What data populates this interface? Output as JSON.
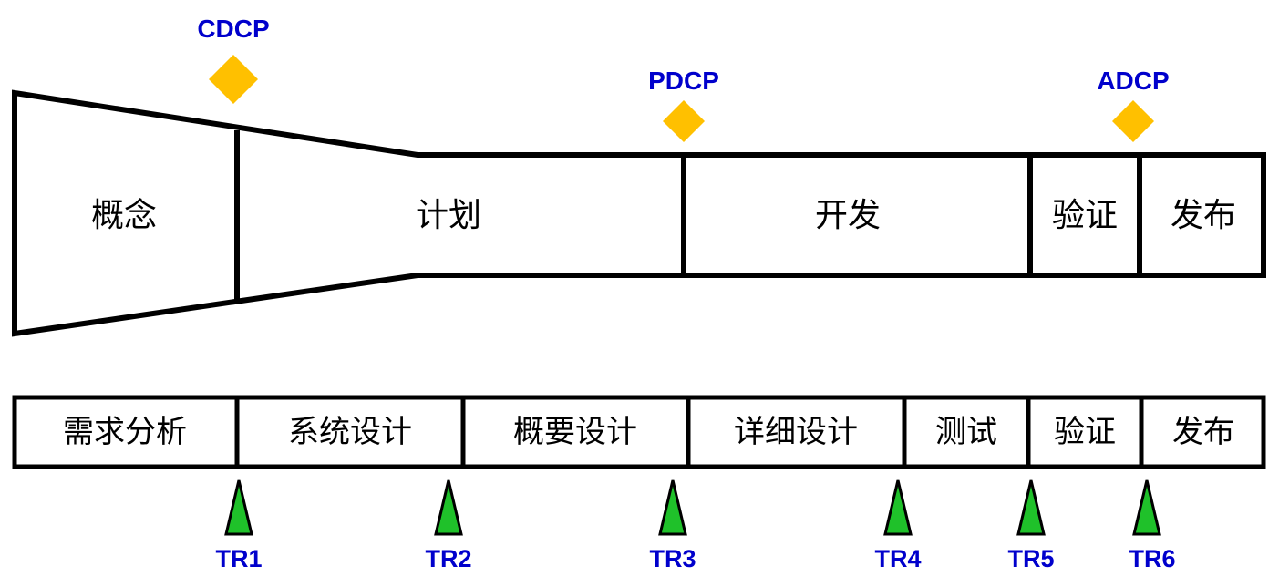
{
  "diagram": {
    "kind": "product-development-process-funnel"
  },
  "colors": {
    "background": "#ffffff",
    "outline": "#000000",
    "text": "#000000",
    "milestone_diamond": "#ffc000",
    "milestone_label": "#0000cc",
    "tr_triangle": "#1fc12a",
    "tr_label": "#0000cc"
  },
  "funnel": {
    "phases": [
      {
        "label": "概念"
      },
      {
        "label": "计划"
      },
      {
        "label": "开发"
      },
      {
        "label": "验证"
      },
      {
        "label": "发布"
      }
    ]
  },
  "milestones": [
    {
      "label": "CDCP"
    },
    {
      "label": "PDCP"
    },
    {
      "label": "ADCP"
    }
  ],
  "bottom_row": {
    "cells": [
      {
        "label": "需求分析"
      },
      {
        "label": "系统设计"
      },
      {
        "label": "概要设计"
      },
      {
        "label": "详细设计"
      },
      {
        "label": "测试"
      },
      {
        "label": "验证"
      },
      {
        "label": "发布"
      }
    ]
  },
  "tr_markers": [
    {
      "label": "TR1"
    },
    {
      "label": "TR2"
    },
    {
      "label": "TR3"
    },
    {
      "label": "TR4"
    },
    {
      "label": "TR5"
    },
    {
      "label": "TR6"
    }
  ]
}
